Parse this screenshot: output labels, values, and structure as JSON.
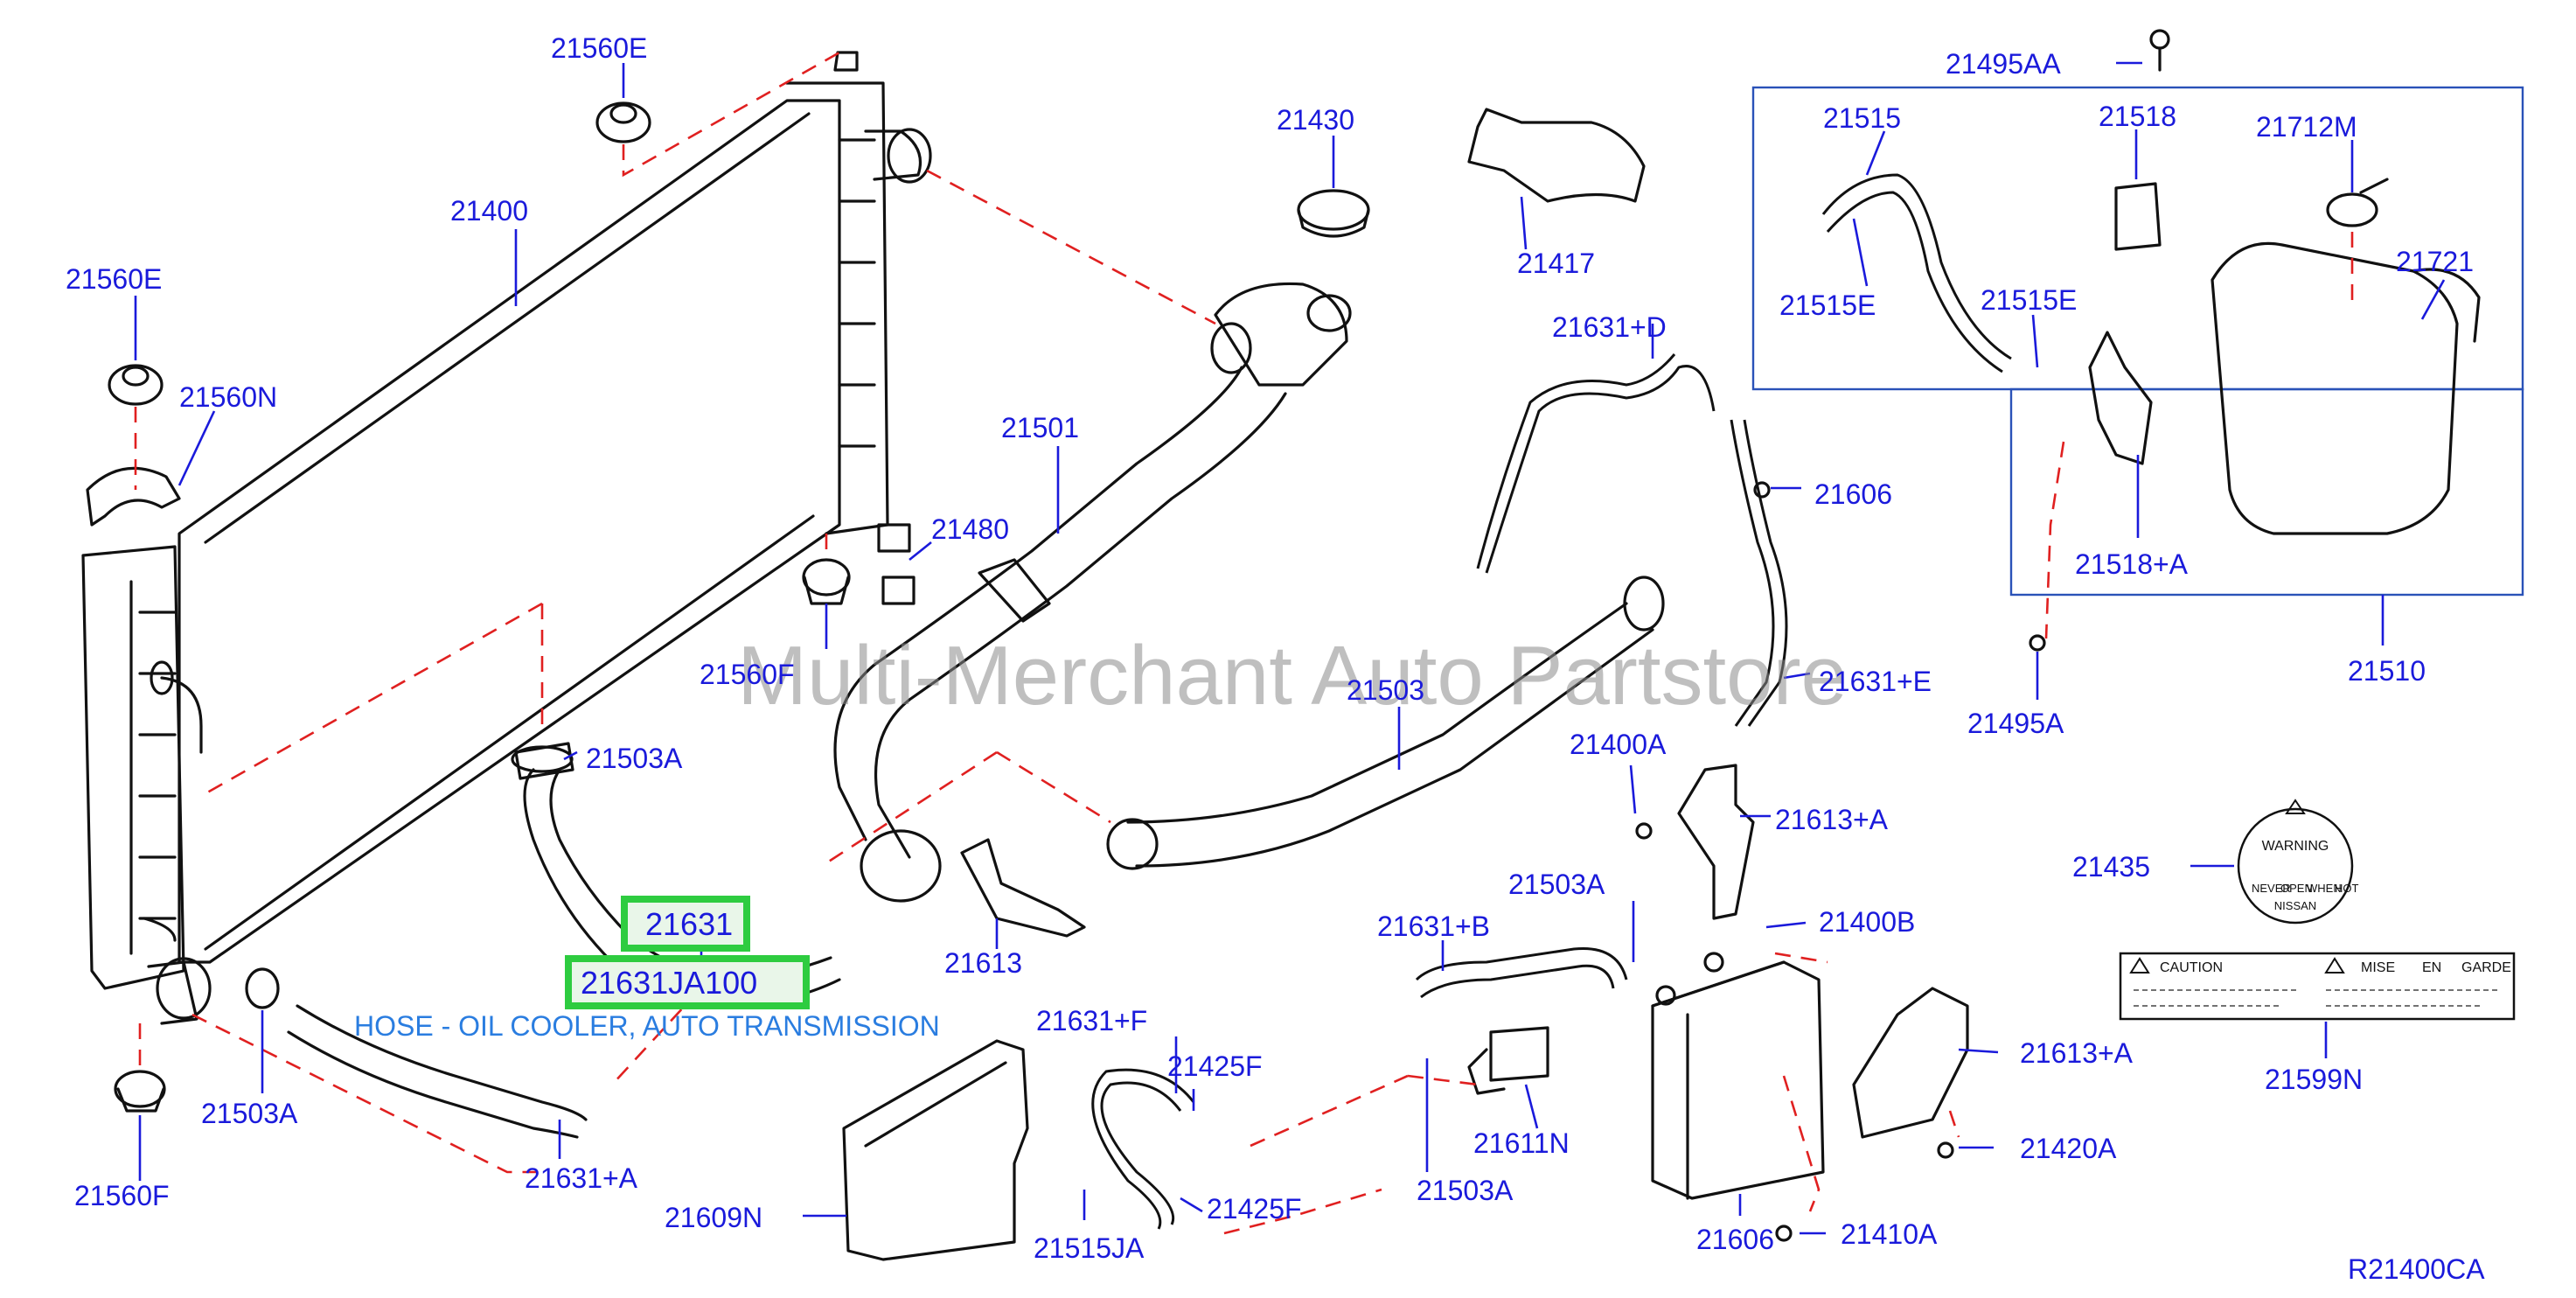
{
  "watermark": "Multi-Merchant Auto Partstore",
  "diagram_code": "R21400CA",
  "highlight": {
    "part_number": "21631",
    "oem_number": "21631JA100",
    "description": "HOSE - OIL COOLER, AUTO TRANSMISSION"
  },
  "labels": {
    "l21560E_a": "21560E",
    "l21400": "21400",
    "l21560E_b": "21560E",
    "l21560N": "21560N",
    "l21430": "21430",
    "l21417": "21417",
    "l21501": "21501",
    "l21480": "21480",
    "l21560F_a": "21560F",
    "l21503A_a": "21503A",
    "l21503": "21503",
    "l21631D": "21631+D",
    "l21606_a": "21606",
    "l21631E": "21631+E",
    "l21400A": "21400A",
    "l21613A_a": "21613+A",
    "l21613": "21613",
    "l21503A_b": "21503A",
    "l21400B": "21400B",
    "l21631B": "21631+B",
    "l21631F": "21631+F",
    "l21425F_a": "21425F",
    "l21425F_b": "21425F",
    "l21611N": "21611N",
    "l21503A_c": "21503A",
    "l21606_b": "21606",
    "l21613A_b": "21613+A",
    "l21420A": "21420A",
    "l21410A": "21410A",
    "l21503A_d": "21503A",
    "l21631A": "21631+A",
    "l21560F_b": "21560F",
    "l21609N": "21609N",
    "l21515JA": "21515JA",
    "l21495AA": "21495AA",
    "l21515": "21515",
    "l21518": "21518",
    "l21712M": "21712M",
    "l21515E_a": "21515E",
    "l21515E_b": "21515E",
    "l21721": "21721",
    "l21518A": "21518+A",
    "l21510": "21510",
    "l21495A": "21495A",
    "l21435": "21435",
    "l21599N": "21599N"
  },
  "warning_cap": {
    "title": "WARNING",
    "words": [
      "NEVER",
      "OPEN",
      "WHEN",
      "HOT"
    ],
    "brand": "NISSAN"
  },
  "caution_label": {
    "caution": "CAUTION",
    "mise": "MISE",
    "en": "EN",
    "garde": "GARDE"
  }
}
